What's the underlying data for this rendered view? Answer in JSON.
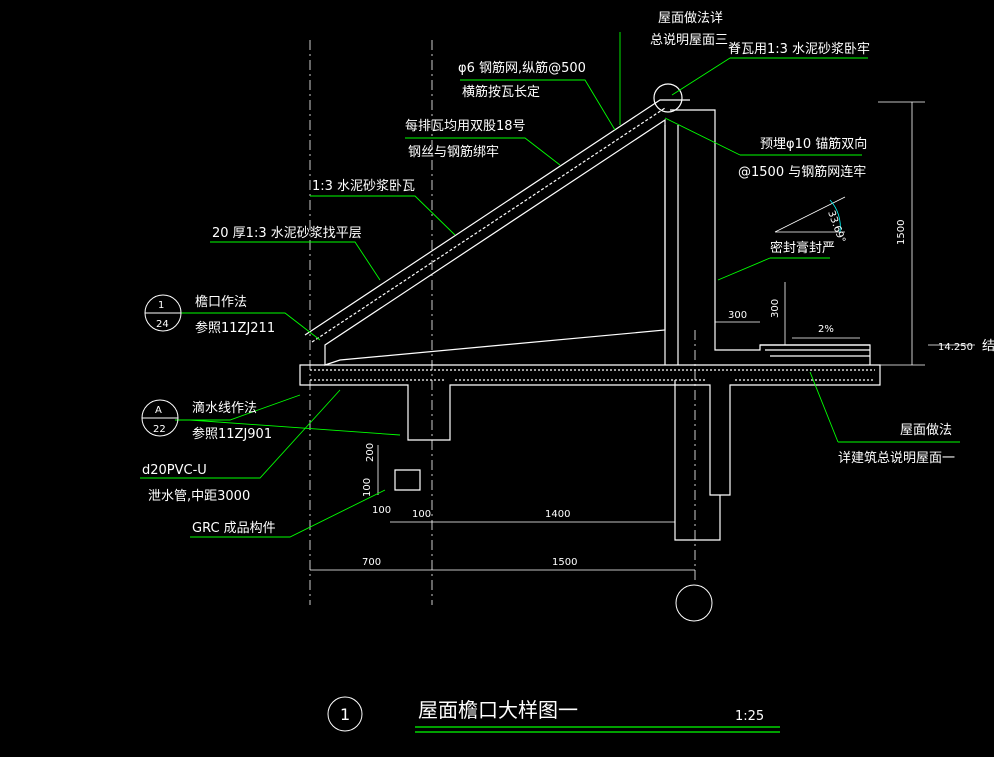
{
  "colors": {
    "background": "#000000",
    "line": "#ffffff",
    "leader": "#00ff00",
    "center": "#cccccc",
    "accent": "#00ffff"
  },
  "notes": {
    "roof_ref_a": "屋面做法详",
    "roof_ref_b": "总说明屋面三",
    "ridge_tile": "脊瓦用1:3 水泥砂浆卧牢",
    "mesh_a": "φ6 钢筋网,纵筋@500",
    "mesh_b": "横筋按瓦长定",
    "wire_a": "每排瓦均用双股18号",
    "wire_b": "钢丝与钢筋绑牢",
    "mortar_tile": "1:3 水泥砂浆卧瓦",
    "leveling": "20 厚1:3 水泥砂浆找平层",
    "anchor_a": "预埋φ10 锚筋双向",
    "anchor_b": "@1500   与钢筋网连牢",
    "sealant": "密封膏封严",
    "roof_method": "屋面做法",
    "roof_method_ref": "详建筑总说明屋面一",
    "eave_method": "檐口作法",
    "eave_ref": "参照11ZJ211",
    "drip_method": "滴水线作法",
    "drip_ref": "参照11ZJ901",
    "pipe_spec": "d20PVC-U",
    "pipe_note": "泄水管,中距3000",
    "grc": "GRC 成品构件"
  },
  "callouts": [
    {
      "number": "1",
      "sheet": "24"
    },
    {
      "number": "A",
      "sheet": "22"
    }
  ],
  "dimensions": {
    "angle": "33.69°",
    "height_1500": "1500",
    "elev": "14.250",
    "elev_suffix": "结",
    "d300": "300",
    "d300v": "300",
    "slope": "2%",
    "d200": "200",
    "d100a": "100",
    "d100b": "100",
    "d1400": "1400",
    "d700": "700",
    "d1500": "1500",
    "d100c": "100"
  },
  "title_block": {
    "number": "1",
    "title": "屋面檐口大样图一",
    "scale": "1:25"
  }
}
